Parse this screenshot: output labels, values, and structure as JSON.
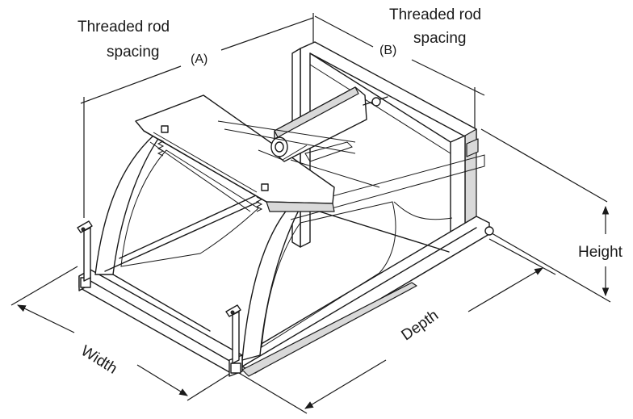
{
  "labels": {
    "rod_a_line1": "Threaded rod",
    "rod_a_line2": "spacing",
    "rod_a_tag": "(A)",
    "rod_b_line1": "Threaded rod",
    "rod_b_line2": "spacing",
    "rod_b_tag": "(B)",
    "height": "Height",
    "depth": "Depth",
    "width": "Width"
  }
}
